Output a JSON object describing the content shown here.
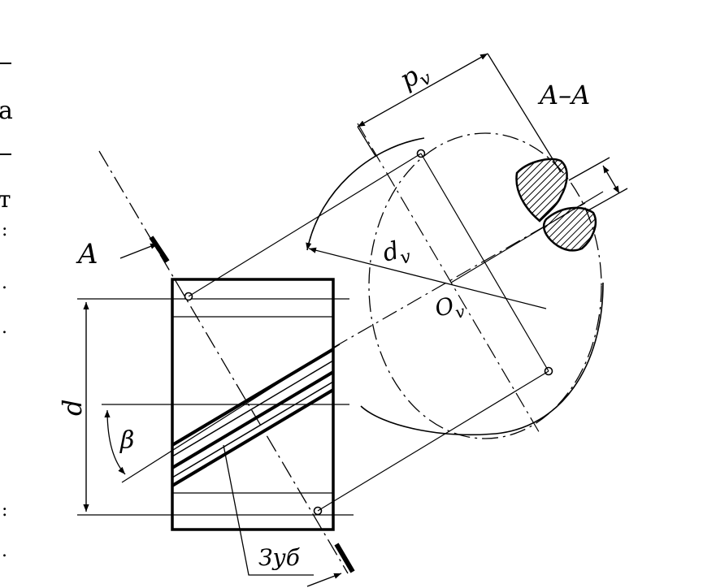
{
  "labels": {
    "section": "A–A",
    "section_mark": "A",
    "pitch": "p",
    "pitch_sub": "v",
    "virtual_diameter": "d",
    "virtual_diameter_sub": "v",
    "virtual_center": "O",
    "virtual_center_sub": "v",
    "diameter": "d",
    "helix_angle": "β",
    "tooth": "Зуб"
  },
  "edge_fragments": [
    "a",
    "т",
    ":",
    ".",
    ".",
    ":",
    "."
  ],
  "colors": {
    "ink": "#000000",
    "paper": "#ffffff"
  }
}
